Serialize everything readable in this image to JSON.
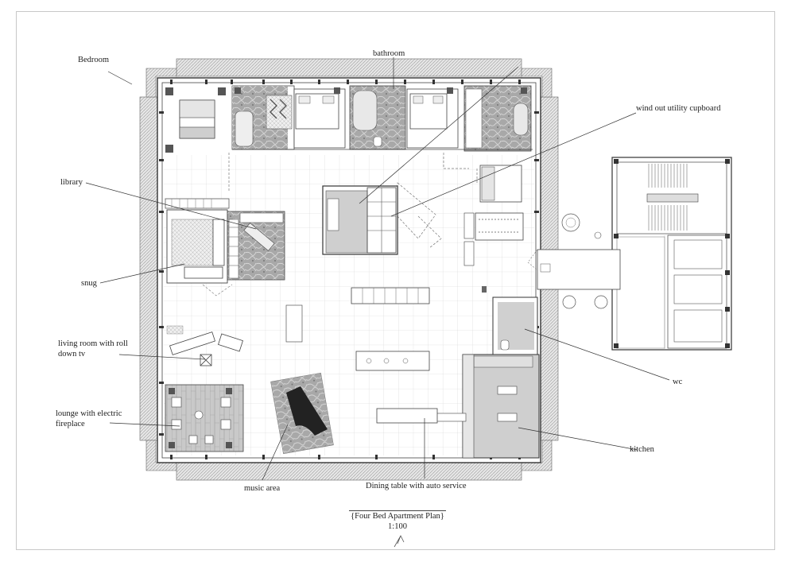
{
  "labels": {
    "bedroom": "Bedroom",
    "bathroom": "bathroom",
    "utility": "wind out utility cupboard",
    "library": "library",
    "snug": "snug",
    "living": "living room with roll down tv",
    "lounge": "lounge with electric fireplace",
    "music": "music area",
    "dining": "Dining table with auto service",
    "kitchen": "kitchen",
    "wc": "wc"
  },
  "title": {
    "name": "{Four Bed Apartment Plan}",
    "scale": "1:100"
  },
  "colors": {
    "line": "#333333",
    "grid": "#cfcfcf",
    "hatch": "#9a9a9a",
    "marble": "#8c8c8c",
    "room_fill": "#cfcfcf",
    "wood": "#bdbdbd"
  },
  "icons": [
    "north-arrow-icon",
    "piano-icon",
    "bath-icon",
    "bed-icon",
    "toilet-icon",
    "sofa-icon",
    "staircase-icon"
  ]
}
